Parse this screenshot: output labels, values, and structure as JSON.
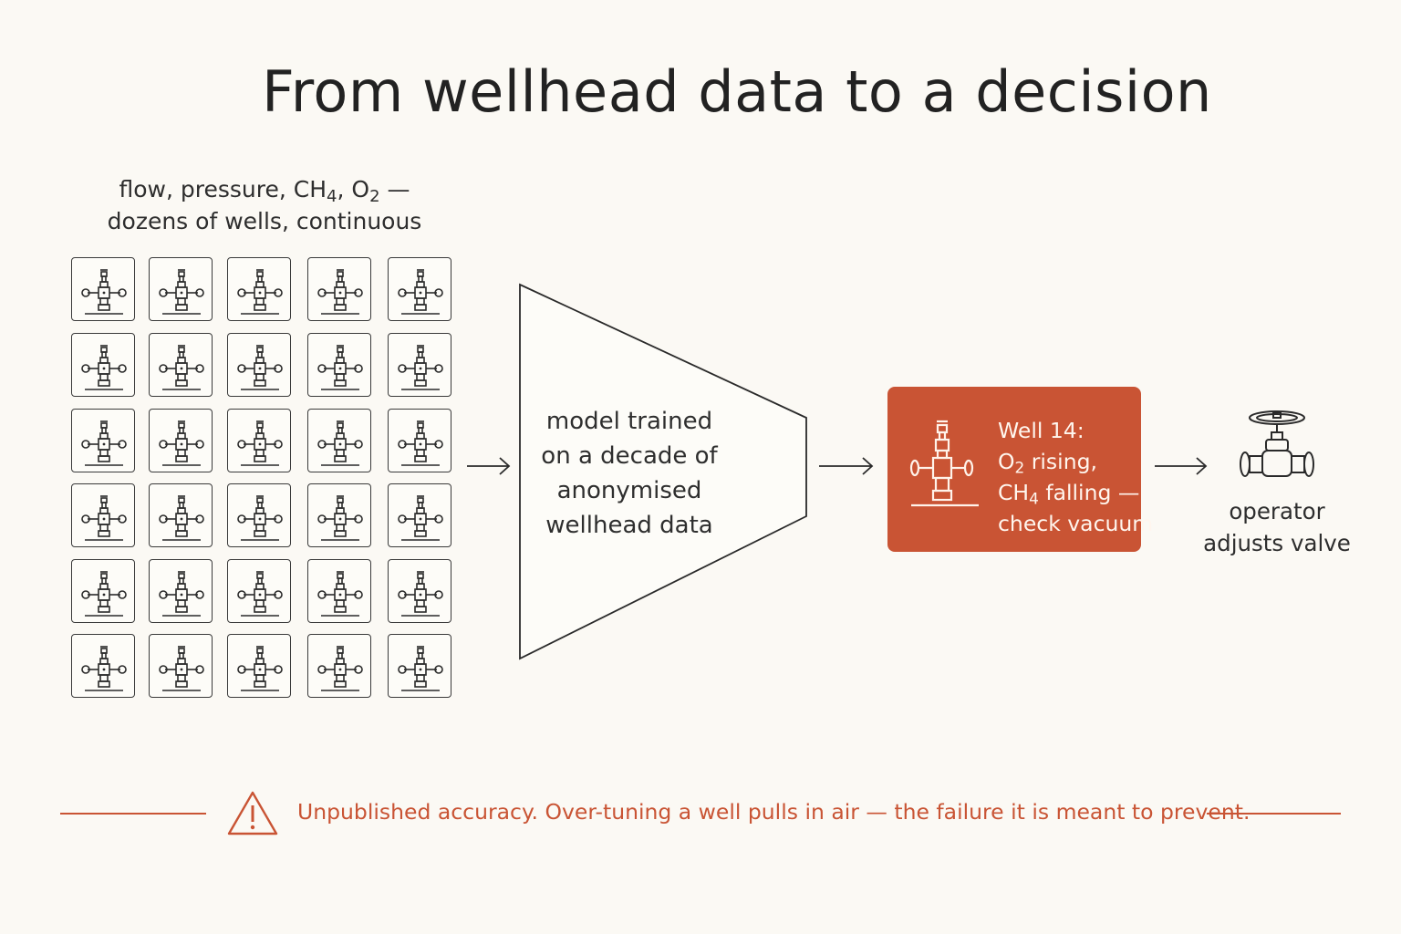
{
  "title": "From wellhead data to a decision",
  "input": {
    "caption_line1_prefix": "flow, pressure, CH",
    "caption_line1_sub1": "4",
    "caption_line1_mid": ", O",
    "caption_line1_sub2": "2",
    "caption_line1_suffix": " —",
    "caption_line2": "dozens of wells, continuous",
    "grid_columns": 5,
    "grid_rows": 6,
    "tile_icon": "wellhead-icon"
  },
  "model": {
    "lines": [
      "model trained",
      "on a decade of",
      "anonymised",
      "wellhead data"
    ]
  },
  "alert": {
    "line1": "Well 14:",
    "line2_prefix": "O",
    "line2_sub": "2",
    "line2_suffix": " rising,",
    "line3_prefix": "CH",
    "line3_sub": "4",
    "line3_suffix": " falling —",
    "line4": "check vacuum",
    "color": "#c95434",
    "icon": "wellhead-icon"
  },
  "action": {
    "icon": "valve-icon",
    "lines": [
      "operator",
      "adjusts valve"
    ]
  },
  "warning": {
    "icon": "warning-triangle-icon",
    "text": "Unpublished accuracy. Over-tuning a well pulls in air — the failure it is meant to prevent.",
    "color": "#c95434"
  }
}
